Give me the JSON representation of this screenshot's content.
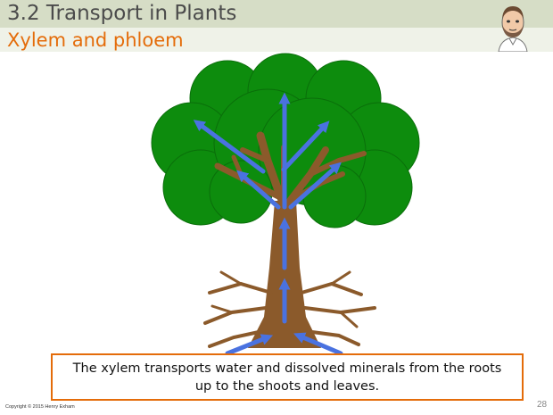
{
  "slide": {
    "title": "3.2 Transport in Plants",
    "subtitle": "Xylem and phloem",
    "caption": "The xylem transports water and dissolved minerals from the roots up to the shoots and leaves.",
    "copyright": "Copyright © 2015 Henry Exham",
    "page_number": "28"
  },
  "colors": {
    "title_bar": "#d6ddc6",
    "subtitle_bar": "#eff2e8",
    "subtitle_text": "#e46c0a",
    "canopy": "#0d8c0d",
    "trunk": "#8b5a2b",
    "arrow": "#4a72e0",
    "caption_border": "#e46c0a"
  },
  "icons": {
    "avatar": "cartoon-teacher-avatar-icon",
    "arrow": "xylem-flow-arrow-icon"
  }
}
